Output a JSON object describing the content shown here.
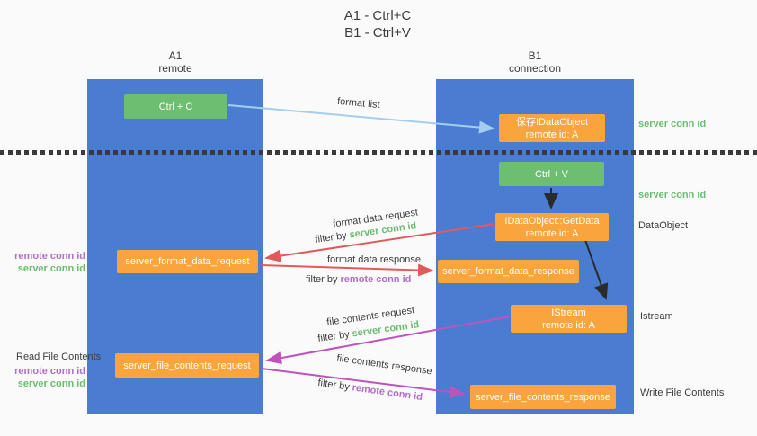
{
  "title": {
    "line1": "A1 - Ctrl+C",
    "line2": "B1 - Ctrl+V"
  },
  "lifelines": {
    "left": {
      "name": "A1",
      "role": "remote"
    },
    "right": {
      "name": "B1",
      "role": "connection"
    }
  },
  "nodes": {
    "ctrl_c": {
      "label": "Ctrl + C"
    },
    "save_dataobject": {
      "line1": "保存IDataObject",
      "line2": "remote id: A"
    },
    "ctrl_v": {
      "label": "Ctrl + V"
    },
    "getdata": {
      "line1": "IDataObject::GetData",
      "line2": "remote id: A"
    },
    "format_request": {
      "label": "server_format_data_request"
    },
    "format_response": {
      "label": "server_format_data_response"
    },
    "istream": {
      "line1": "IStream",
      "line2": "remote id: A"
    },
    "file_request": {
      "label": "server_file_contents_request"
    },
    "file_response": {
      "label": "server_file_contents_response"
    }
  },
  "arrow_labels": {
    "format_list": "format list",
    "format_data_request": "format data request",
    "filter_server_1": {
      "prefix": "filter by ",
      "key": "server conn id"
    },
    "format_data_response": "format data response",
    "filter_remote_1": {
      "prefix": "filter by ",
      "key": "remote conn id"
    },
    "file_contents_request": "file contents request",
    "filter_server_2": {
      "prefix": "filter by ",
      "key": "server conn id"
    },
    "file_contents_response": "file contents response",
    "filter_remote_2": {
      "prefix": "filter by ",
      "key": "remote conn id"
    }
  },
  "side_labels": {
    "right_server_conn_1": "server conn id",
    "right_server_conn_2": "server conn id",
    "dataobject": "DataObject",
    "istream": "Istream",
    "write_file": "Write File Contents",
    "left_remote_conn_1": "remote conn id",
    "left_server_conn_1": "server conn id",
    "read_file": "Read File Contents",
    "left_remote_conn_2": "remote conn id",
    "left_server_conn_2": "server conn id"
  },
  "colors": {
    "background": "#fafafa",
    "lifeline_blue": "#4a7dd2",
    "box_green": "#6ebe72",
    "box_orange": "#f9a43c",
    "arrow_blue": "#a5cdf0",
    "arrow_red": "#e2595c",
    "arrow_magenta": "#bf53be",
    "arrow_black": "#2b2b2b",
    "label_green": "#6abd6e",
    "label_purple": "#b06fc8",
    "text_dark": "#3c3c3c"
  }
}
